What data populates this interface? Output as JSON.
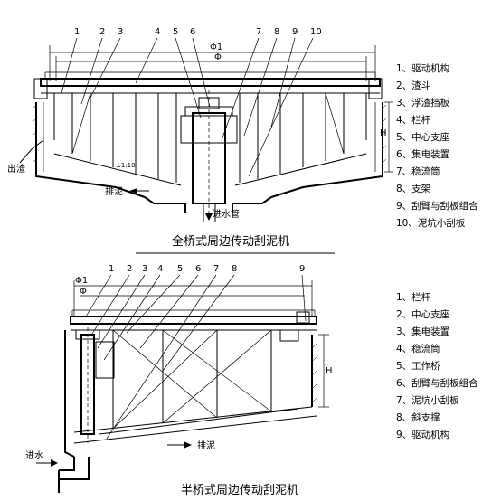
{
  "top_diagram": {
    "caption": "全桥式周边传动刮泥机",
    "callouts": [
      "1",
      "2",
      "3",
      "4",
      "5",
      "6",
      "7",
      "8",
      "9",
      "10"
    ],
    "dim_phi1": "Φ1",
    "dim_phi": "Φ",
    "dim_h": "H",
    "slope": "±1:10",
    "label_outlet_scum": "出渣",
    "label_sludge_out": "排泥",
    "label_inlet_pipe": "进水管",
    "legend": [
      "1、驱动机构",
      "2、渣斗",
      "3、浮渣挡板",
      "4、栏杆",
      "5、中心支座",
      "6、集电装置",
      "7、稳流筒",
      "8、支架",
      "9、刮臂与刮板组合",
      "10、泥坑小刮板"
    ]
  },
  "bottom_diagram": {
    "caption": "半桥式周边传动刮泥机",
    "callouts": [
      "1",
      "2",
      "3",
      "4",
      "5",
      "6",
      "7",
      "8",
      "9"
    ],
    "dim_phi1": "Φ1",
    "dim_phi": "Φ",
    "dim_h": "H",
    "label_inlet": "进水",
    "label_sludge_out": "排泥",
    "legend": [
      "1、栏杆",
      "2、中心支座",
      "3、集电装置",
      "4、稳流筒",
      "5、工作桥",
      "6、刮臂与刮板组合",
      "7、泥坑小刮板",
      "8、斜支撑",
      "9、驱动机构"
    ]
  }
}
